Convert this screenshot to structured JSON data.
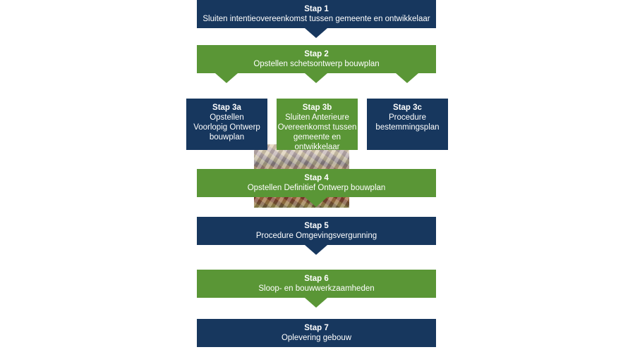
{
  "steps": {
    "s1": {
      "title": "Stap 1",
      "text": "Sluiten intentieovereenkomst tussen gemeente en ontwikkelaar"
    },
    "s2": {
      "title": "Stap 2",
      "text": "Opstellen schetsontwerp bouwplan"
    },
    "s3a": {
      "title": "Stap 3a",
      "lines": [
        "Opstellen",
        "Voorlopig Ontwerp",
        "bouwplan"
      ]
    },
    "s3b": {
      "title": "Stap 3b",
      "lines": [
        "Sluiten Anterieure",
        "Overeenkomst tussen",
        "gemeente en",
        "ontwikkelaar"
      ]
    },
    "s3c": {
      "title": "Stap 3c",
      "lines": [
        "Procedure",
        "bestemmingsplan"
      ]
    },
    "s4": {
      "title": "Stap 4",
      "text": "Opstellen Definitief Ontwerp bouwplan"
    },
    "s5": {
      "title": "Stap 5",
      "text": "Procedure Omgevingsvergunning"
    },
    "s6": {
      "title": "Stap 6",
      "text": "Sloop- en bouwwerkzaamheden"
    },
    "s7": {
      "title": "Stap 7",
      "text": "Oplevering gebouw"
    }
  },
  "colors": {
    "navy": "#17375e",
    "green": "#5a9636"
  }
}
